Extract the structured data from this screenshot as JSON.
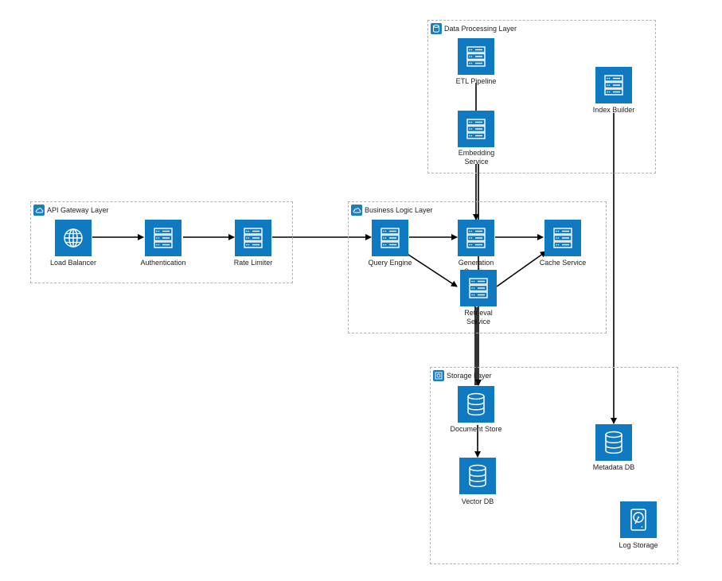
{
  "groups": {
    "data_processing": "Data Processing Layer",
    "api_gateway": "API Gateway Layer",
    "business_logic": "Business Logic Layer",
    "storage": "Storage Layer"
  },
  "nodes": {
    "etl_pipeline": "ETL Pipeline",
    "embedding_service": "Embedding Service",
    "index_builder": "Index Builder",
    "load_balancer": "Load Balancer",
    "authentication": "Authentication",
    "rate_limiter": "Rate Limiter",
    "query_engine": "Query Engine",
    "generation_service": "Generation Service",
    "retrieval_service": "Retrieval Service",
    "cache_service": "Cache Service",
    "document_store": "Document Store",
    "vector_db": "Vector DB",
    "metadata_db": "Metadata DB",
    "log_storage": "Log Storage"
  },
  "colors": {
    "node_fill": "#0f7ac1",
    "edge": "#000000",
    "group_border": "#b3b3b3"
  }
}
